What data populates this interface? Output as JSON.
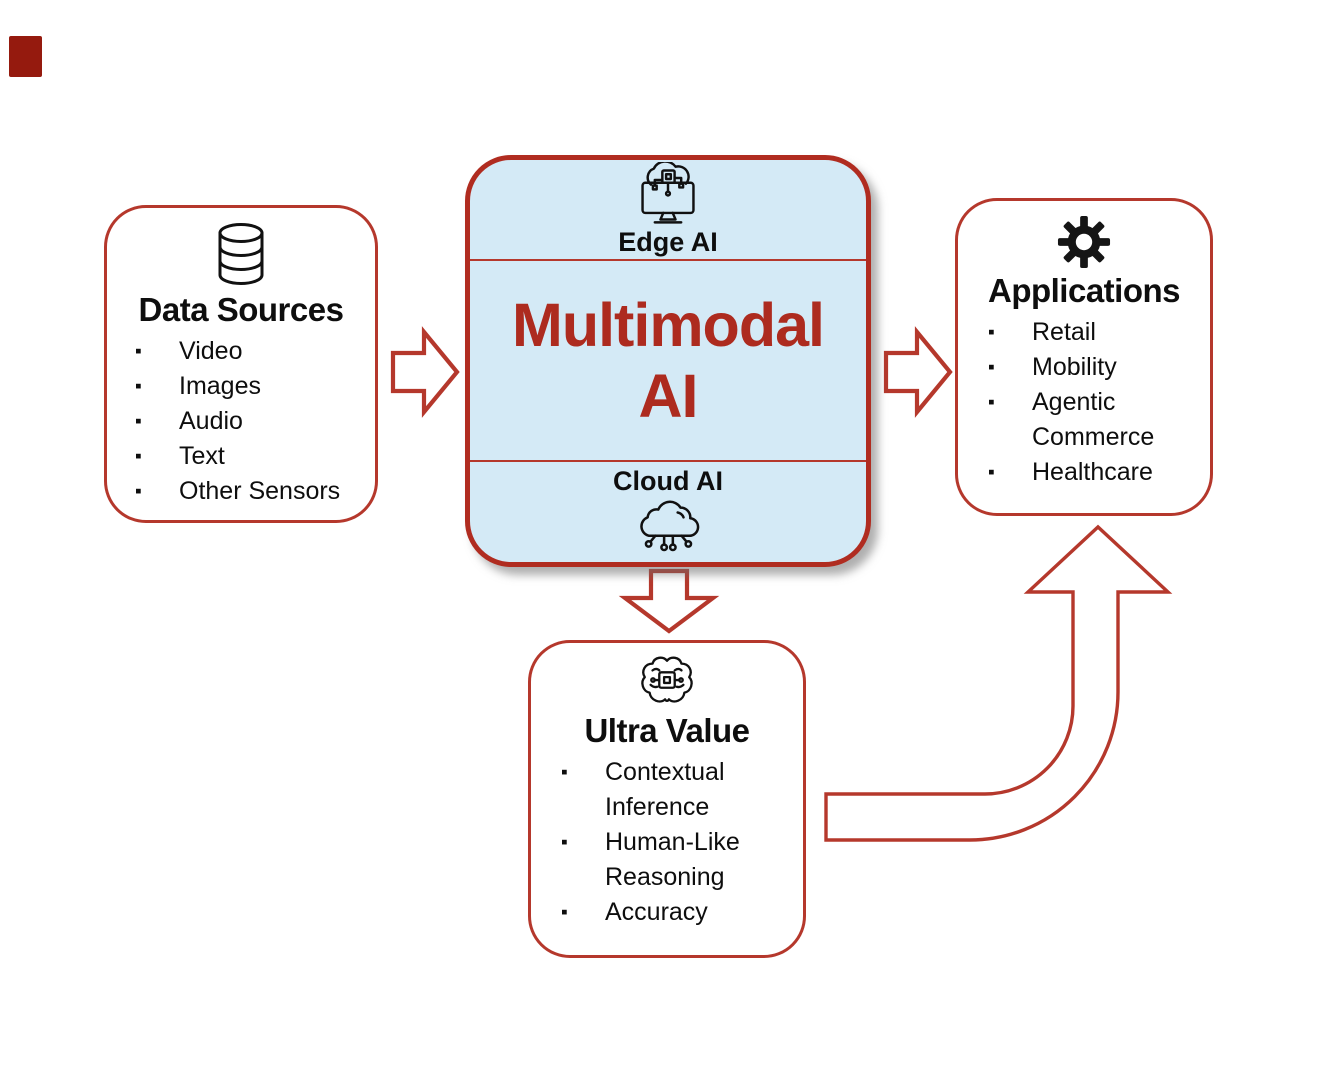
{
  "colors": {
    "accent_red": "#b5382c",
    "center_border_red": "#b02c20",
    "title_red": "#ad2b1f",
    "panel_blue": "#d4eaf6",
    "text_black": "#0e0e0e",
    "corner_marker_red": "#951a0e"
  },
  "glyphs": {
    "bullet": "▪"
  },
  "boxes": {
    "data_sources": {
      "title": "Data Sources",
      "icon": "database-icon",
      "items": [
        "Video",
        "Images",
        "Audio",
        "Text",
        "Other Sensors"
      ]
    },
    "multimodal": {
      "top_label": "Edge AI",
      "title_line1": "Multimodal",
      "title_line2": "AI",
      "bottom_label": "Cloud AI",
      "top_icon": "edge-ai-icon",
      "bottom_icon": "cloud-ai-icon"
    },
    "applications": {
      "title": "Applications",
      "icon": "gear-icon",
      "items": [
        "Retail",
        "Mobility",
        "Agentic Commerce",
        "Healthcare"
      ]
    },
    "ultra_value": {
      "title": "Ultra Value",
      "icon": "brain-chip-icon",
      "items": [
        "Contextual Inference",
        "Human-Like Reasoning",
        "Accuracy"
      ]
    }
  },
  "arrows": {
    "data_to_multimodal": "block arrow right",
    "multimodal_to_applications": "block arrow right",
    "multimodal_to_ultra_value": "block arrow down",
    "ultra_value_to_applications": "elbow arrow up"
  }
}
